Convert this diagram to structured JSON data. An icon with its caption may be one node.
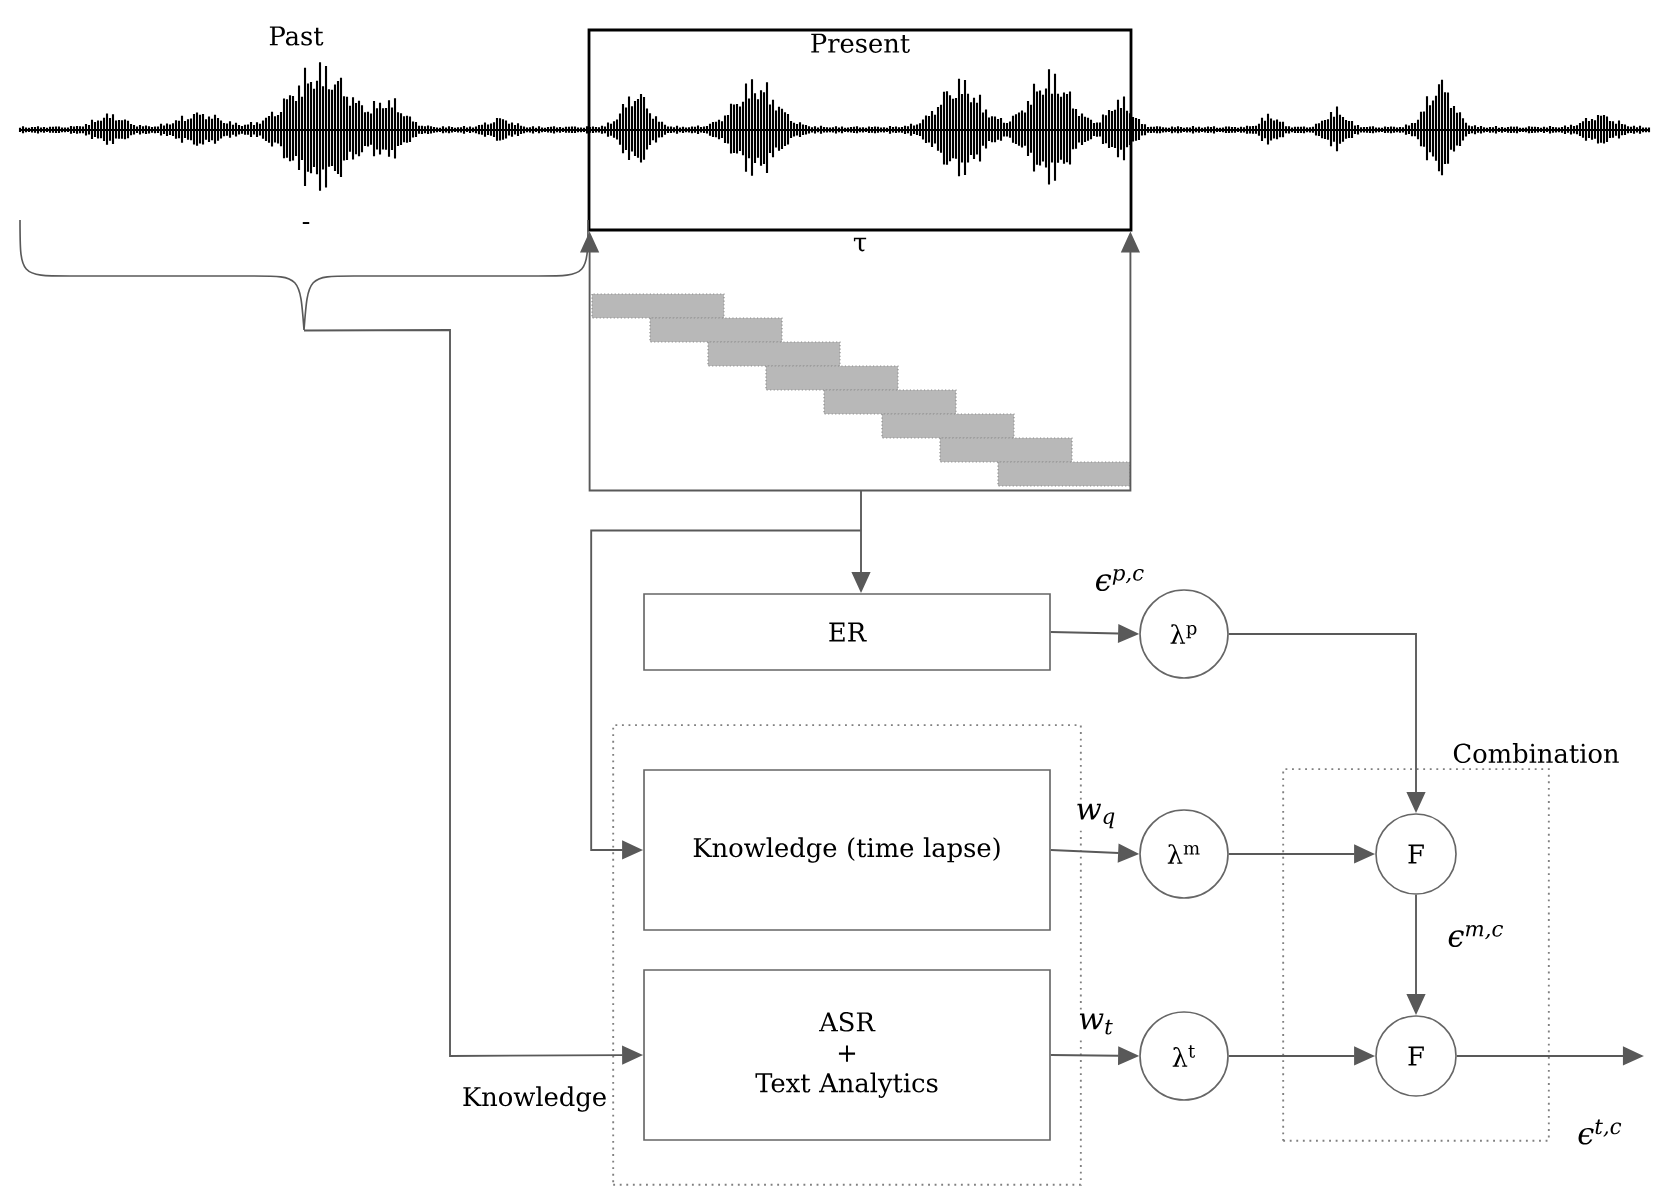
{
  "diagram": {
    "nodes": [
      {
        "text": [
          "Present"
        ],
        "beside": [
          "τ"
        ]
      },
      {
        "text": [],
        "shape": "brace"
      },
      {
        "text": [],
        "shape": "picture"
      },
      {
        "text": [
          "ER"
        ]
      },
      {
        "text": [
          "Knowledge"
        ]
      },
      {
        "text": [
          "Knowledge (time lapse)"
        ],
        "in": 4
      },
      {
        "text": [
          "ASR",
          "+",
          "Text Analytics"
        ],
        "in": 4
      },
      {
        "text": [
          "λ$^{p}$"
        ]
      },
      {
        "text": [
          "λ$^{m}$"
        ]
      },
      {
        "text": [
          "λ$^{t}$"
        ]
      },
      {
        "text": [
          "Combination"
        ]
      },
      {
        "text": [
          "F"
        ],
        "in": 10
      },
      {
        "text": [
          "F"
        ],
        "in": 10
      }
    ],
    "edges": [
      {
        "from": 1,
        "to": 6,
        "arrow": "to"
      },
      {
        "from": 2,
        "to": 0,
        "arrow": "to"
      },
      {
        "from": 2,
        "to": 0,
        "arrow": "to"
      },
      {
        "from": 2,
        "to": 3,
        "arrow": "to"
      },
      {
        "from": 2,
        "to": 5,
        "arrow": "to"
      },
      {
        "from": 3,
        "to": 7,
        "arrow": "to",
        "label": "ϵ$^{p,c}$"
      },
      {
        "from": 5,
        "to": 8,
        "arrow": "to",
        "label": "w$_{q}$"
      },
      {
        "from": 6,
        "to": 9,
        "arrow": "to",
        "label": "w$_{t}$"
      },
      {
        "from": 7,
        "to": 11,
        "arrow": "to"
      },
      {
        "from": 8,
        "to": 11,
        "arrow": "to"
      },
      {
        "from": 11,
        "to": 12,
        "arrow": "to",
        "label": "ϵ$^{m,c}$"
      },
      {
        "from": 9,
        "to": 12,
        "arrow": "to"
      },
      {
        "from": 12,
        "to": null,
        "arrow": "to",
        "label": "ϵ$^{t,c}$"
      }
    ],
    "labels": [
      "Past",
      "-"
    ]
  }
}
